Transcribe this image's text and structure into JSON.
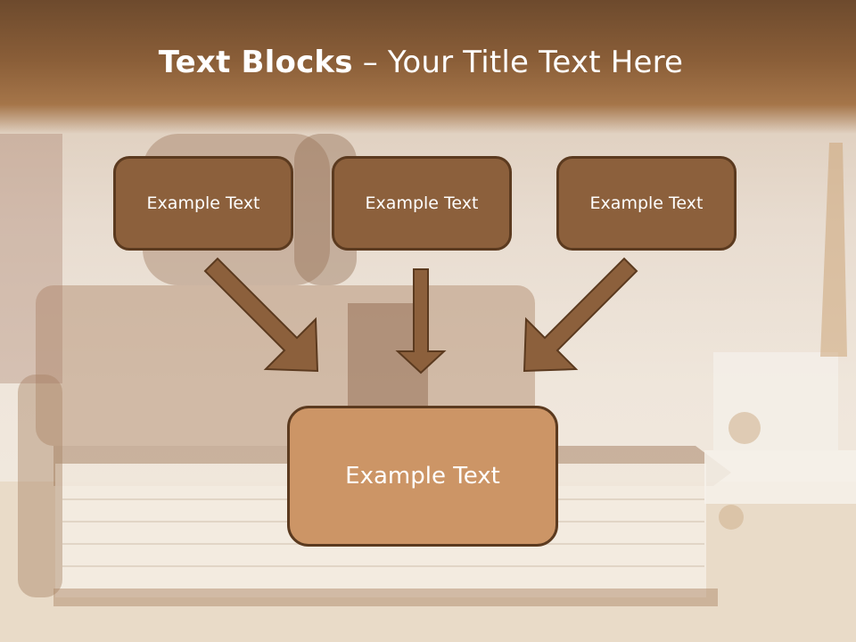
{
  "slide": {
    "title_bold": "Text Blocks",
    "title_separator": " – ",
    "title_rest": "Your Title Text Here",
    "top_blocks": [
      {
        "label": "Example Text"
      },
      {
        "label": "Example Text"
      },
      {
        "label": "Example Text"
      }
    ],
    "bottom_block": {
      "label": "Example Text"
    }
  },
  "colors": {
    "header": "#8a5e38",
    "small_box_fill": "#8c603c",
    "large_box_fill": "#cc9566",
    "box_border": "#5b3a1f",
    "arrow_fill": "#8c603c",
    "text": "#ffffff"
  }
}
